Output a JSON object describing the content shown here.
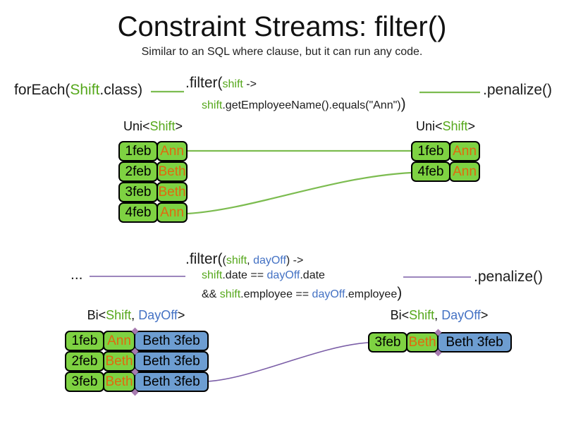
{
  "title": "Constraint Streams: filter()",
  "subtitle": "Similar to an SQL where clause, but it can run any code.",
  "colors": {
    "box_green": "#7ed242",
    "box_blue": "#6d9dd1",
    "code_green": "#56a81c",
    "code_blue": "#4472c4",
    "employee_orange": "#e0690f",
    "connector_green": "#7cbc50",
    "connector_purple": "#7b5ea7",
    "text_black": "#111111"
  },
  "top_flow": {
    "foreach_prefix": "forEach(",
    "foreach_class": "Shift",
    "foreach_suffix": ".class)",
    "filter_keyword": ".filter(",
    "filter_param": "shift",
    "filter_arrow": " ->",
    "body_var": "shift",
    "body_text": ".getEmployeeName().equals(\"Ann\")",
    "body_close": ")",
    "penalize": ".penalize()"
  },
  "uni_stream": {
    "label_prefix": "Uni<",
    "label_type": "Shift",
    "label_suffix": ">",
    "left_rows": [
      {
        "date": "1feb",
        "name": "Ann"
      },
      {
        "date": "2feb",
        "name": "Beth"
      },
      {
        "date": "3feb",
        "name": "Beth"
      },
      {
        "date": "4feb",
        "name": "Ann"
      }
    ],
    "right_rows": [
      {
        "date": "1feb",
        "name": "Ann"
      },
      {
        "date": "4feb",
        "name": "Ann"
      }
    ]
  },
  "bottom_flow": {
    "source_dots": "...",
    "filter_keyword": ".filter(",
    "open": "(",
    "param1": "shift",
    "separator": ", ",
    "param2": "dayOff",
    "close": ")",
    "arrow": " ->",
    "cond1_var1": "shift",
    "cond1_mid": ".date == ",
    "cond1_var2": "dayOff",
    "cond1_end": ".date",
    "cond2_prefix": "&& ",
    "cond2_var1": "shift",
    "cond2_mid": ".employee == ",
    "cond2_var2": "dayOff",
    "cond2_end": ".employee",
    "cond2_close": ")",
    "penalize": ".penalize()"
  },
  "bi_stream": {
    "label_prefix": "Bi<",
    "label_type1": "Shift",
    "label_sep": ", ",
    "label_type2": "DayOff",
    "label_suffix": ">",
    "left_rows": [
      {
        "date": "1feb",
        "name": "Ann",
        "pair": "Beth 3feb"
      },
      {
        "date": "2feb",
        "name": "Beth",
        "pair": "Beth 3feb"
      },
      {
        "date": "3feb",
        "name": "Beth",
        "pair": "Beth 3feb"
      }
    ],
    "right_rows": [
      {
        "date": "3feb",
        "name": "Beth",
        "pair": "Beth 3feb"
      }
    ]
  }
}
